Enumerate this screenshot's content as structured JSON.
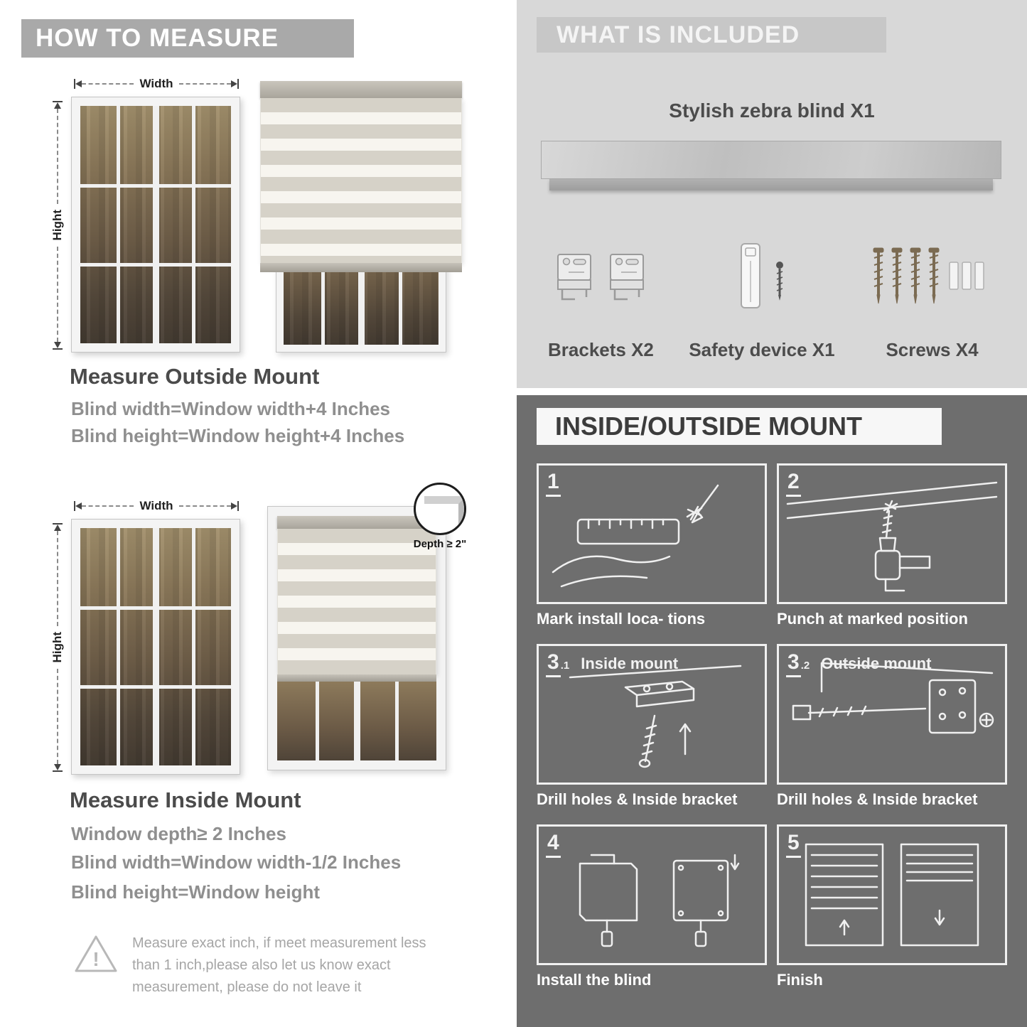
{
  "colors": {
    "banner_bg": "#a9a9a9",
    "included_bg": "#d8d8d8",
    "included_header_bg": "#c7c7c7",
    "mount_bg": "#6e6e6e",
    "heading_text": "#4b4b4b",
    "body_text": "#8f8f8f",
    "stripe_gray": "#d6d2c8",
    "stripe_sheer": "#f7f5ef"
  },
  "how_to_measure": {
    "header": "HOW TO MEASURE",
    "width_label": "Width",
    "height_label": "Hight",
    "outside": {
      "title": "Measure Outside Mount",
      "lines": [
        "Blind width=Window width+4 Inches",
        "Blind height=Window height+4 Inches"
      ]
    },
    "inside": {
      "title": "Measure Inside Mount",
      "depth_label": "Depth ≥ 2\"",
      "lines": [
        "Window depth≥ 2 Inches",
        "Blind width=Window width-1/2 Inches",
        "Blind height=Window height"
      ]
    },
    "warning": {
      "mark": "!",
      "text": "Measure exact inch, if meet measurement less than 1 inch,please also let us know exact measurement, please do not leave it"
    }
  },
  "included": {
    "header": "WHAT IS INCLUDED",
    "product": "Stylish zebra blind X1",
    "items": [
      {
        "icon": "brackets-icon",
        "label": "Brackets X2"
      },
      {
        "icon": "safety-device-icon",
        "label": "Safety device X1"
      },
      {
        "icon": "screws-icon",
        "label": "Screws X4"
      }
    ]
  },
  "mount": {
    "header": "INSIDE/OUTSIDE MOUNT",
    "steps": [
      {
        "num": "1",
        "sub": "",
        "title": "",
        "caption": "Mark install loca- tions"
      },
      {
        "num": "2",
        "sub": "",
        "title": "",
        "caption": "Punch at  marked position"
      },
      {
        "num": "3",
        "sub": ".1",
        "title": "Inside mount",
        "caption": "Drill holes &  Inside bracket"
      },
      {
        "num": "3",
        "sub": ".2",
        "title": "Outside mount",
        "caption": "Drill holes &  Inside bracket"
      },
      {
        "num": "4",
        "sub": "",
        "title": "",
        "caption": "Install the blind"
      },
      {
        "num": "5",
        "sub": "",
        "title": "",
        "caption": "Finish"
      }
    ]
  }
}
